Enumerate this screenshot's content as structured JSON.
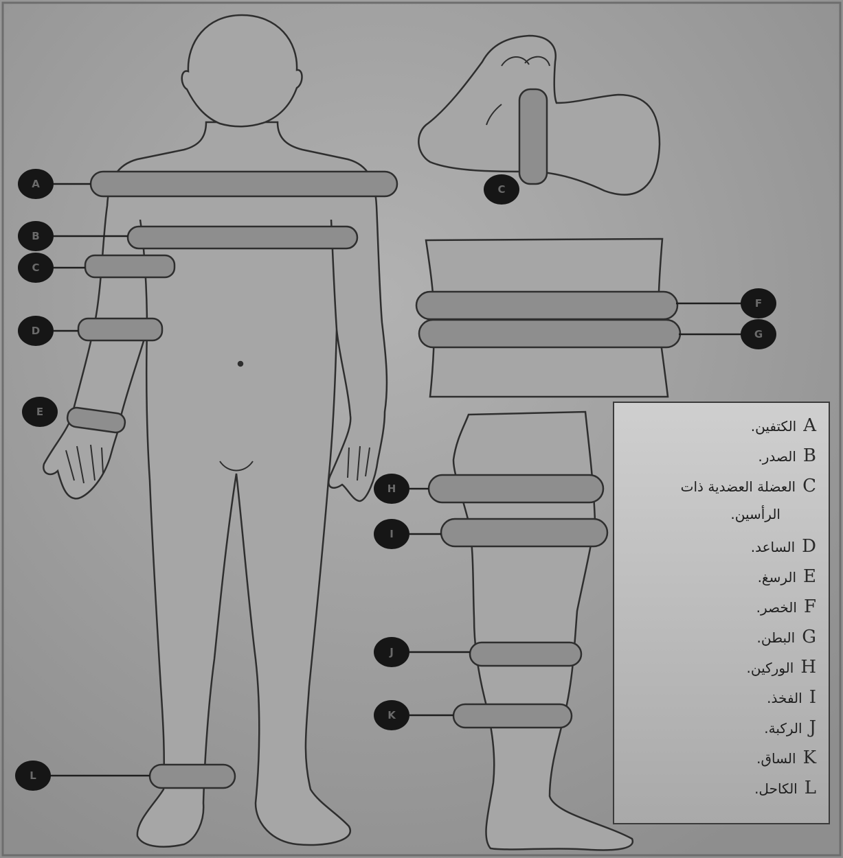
{
  "markers": {
    "A": "A",
    "B": "B",
    "C": "C",
    "D": "D",
    "E": "E",
    "F": "F",
    "G": "G",
    "H": "H",
    "I": "I",
    "J": "J",
    "K": "K",
    "L": "L"
  },
  "legend": {
    "items": [
      {
        "letter": "A",
        "name": "الكتفين."
      },
      {
        "letter": "B",
        "name": "الصدر."
      },
      {
        "letter": "C",
        "name": "العضلة العضدية ذات",
        "name_cont": "الرأسين."
      },
      {
        "letter": "D",
        "name": "الساعد."
      },
      {
        "letter": "E",
        "name": "الرسغ."
      },
      {
        "letter": "F",
        "name": "الخصر."
      },
      {
        "letter": "G",
        "name": "البطن."
      },
      {
        "letter": "H",
        "name": "الوركين."
      },
      {
        "letter": "I",
        "name": "الفخذ."
      },
      {
        "letter": "J",
        "name": "الركبة."
      },
      {
        "letter": "K",
        "name": "الساق."
      },
      {
        "letter": "L",
        "name": "الكاحل."
      }
    ]
  },
  "colors": {
    "background": "#9a9a9a",
    "figure_fill": "#a4a4a4",
    "band_fill": "#8e8e8e",
    "outline": "#2e2e2e",
    "marker_fill": "#161616"
  }
}
